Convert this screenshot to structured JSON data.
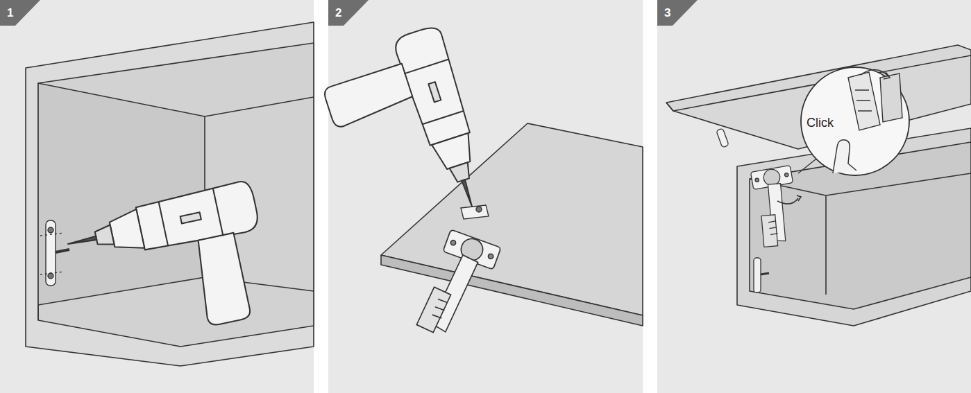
{
  "diagram": {
    "labels": [
      "1",
      "2",
      "3",
      "Click"
    ]
  }
}
